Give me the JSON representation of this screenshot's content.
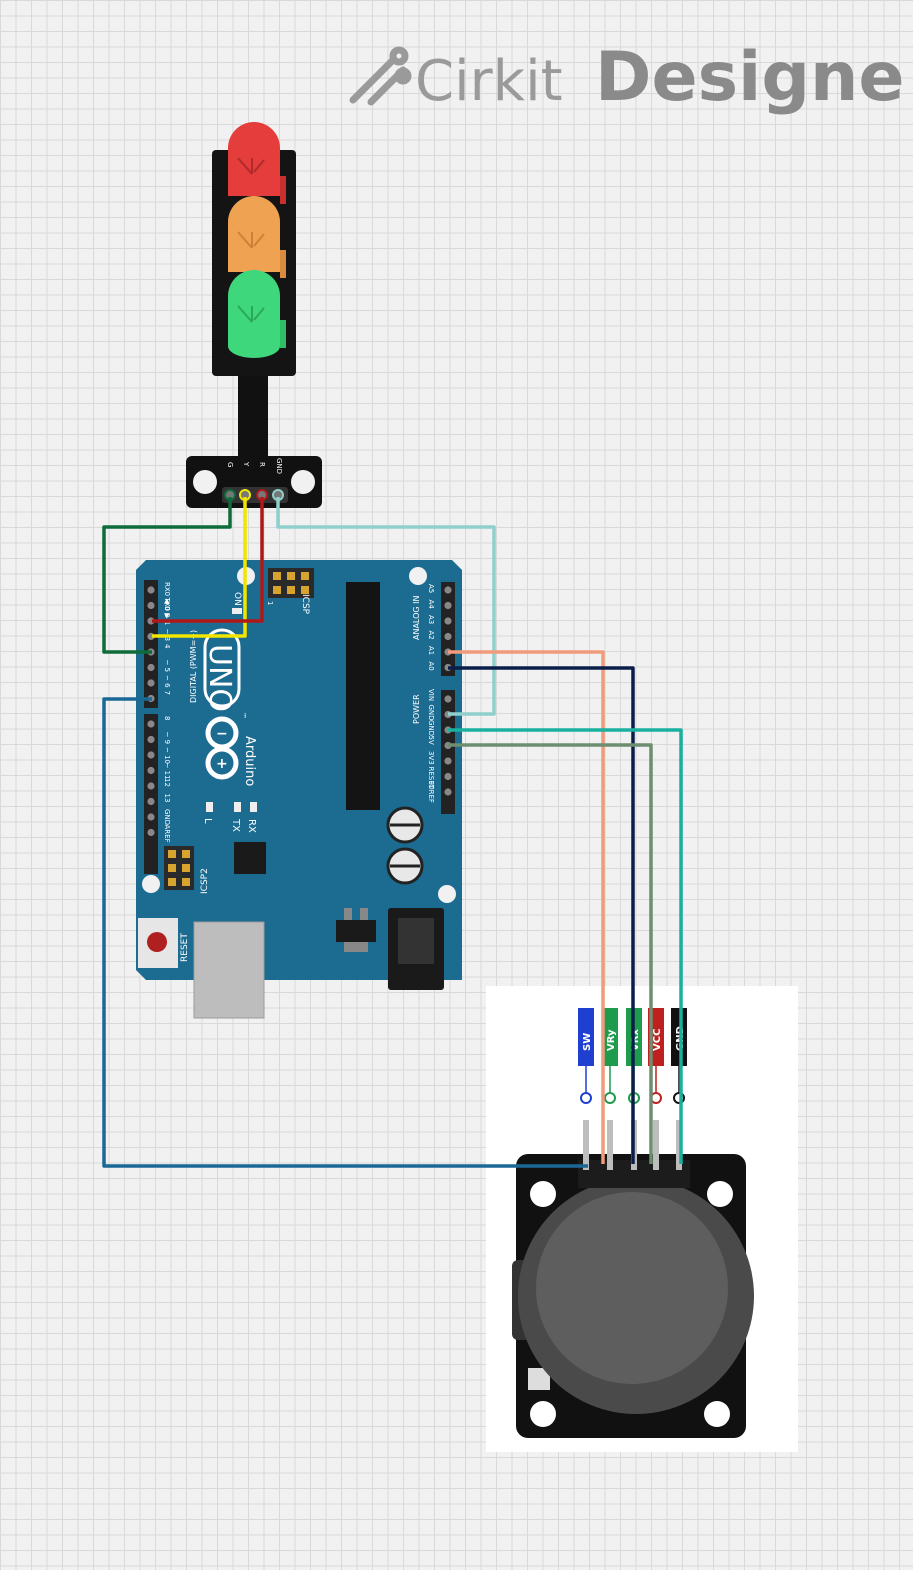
{
  "brand": {
    "prefix": "Cirkit",
    "name": "Designer",
    "logo_icon": "wire-pencil-icon"
  },
  "traffic_light": {
    "pins": [
      "G",
      "Y",
      "R",
      "GND"
    ],
    "colors": {
      "red": "#e53c3c",
      "yellow": "#f0a253",
      "green": "#3fd77c"
    }
  },
  "arduino": {
    "model": "UNO",
    "brand": "Arduino",
    "trademark": "™",
    "labels": {
      "digital": "DIGITAL (PWM=",
      "digital_tilde": "~",
      "digital_close": ")",
      "analog": "ANALOG IN",
      "power": "POWER",
      "icsp": "ICSP",
      "icsp2": "ICSP2",
      "on": "ON",
      "reset": "RESET",
      "l": "L",
      "tx": "TX",
      "rx": "RX",
      "one": "1",
      "minus": "−",
      "plus": "+"
    },
    "digital_pins": [
      "RX0 ◀ 0",
      "TX0 ▶ 1",
      "2",
      "~ 3",
      "4",
      "~ 5",
      "~ 6",
      "7",
      "8",
      "~ 9",
      "~ 10",
      "~ 11",
      "12",
      "13",
      "GND",
      "AREF"
    ],
    "analog_pins": [
      "A5",
      "A4",
      "A3",
      "A2",
      "A1",
      "A0"
    ],
    "power_pins": [
      "VIN",
      "GND",
      "GND",
      "5V",
      "3V3",
      "RESET",
      "IOREF"
    ],
    "board_color": "#1c6b91"
  },
  "joystick": {
    "pins": [
      "SW",
      "VRy",
      "VRx",
      "VCC",
      "GND"
    ],
    "pin_colors": [
      "#1f3fd0",
      "#1f9b4e",
      "#1f9b4e",
      "#c01f1f",
      "#111111"
    ]
  },
  "wires": [
    {
      "from": "traffic_light.G",
      "to": "arduino.D4",
      "color": "#0e6b3a"
    },
    {
      "from": "traffic_light.Y",
      "to": "arduino.D3",
      "color": "#f2e600"
    },
    {
      "from": "traffic_light.R",
      "to": "arduino.D2",
      "color": "#b01818"
    },
    {
      "from": "traffic_light.GND",
      "to": "arduino.GND",
      "color": "#8fd0cc"
    },
    {
      "from": "arduino.A1",
      "to": "joystick.VRy",
      "color": "#f19a7c"
    },
    {
      "from": "arduino.A0",
      "to": "joystick.VRx",
      "color": "#0b1e4a"
    },
    {
      "from": "arduino.GND",
      "to": "joystick.GND",
      "color": "#19b0a0"
    },
    {
      "from": "arduino.5V",
      "to": "joystick.VCC",
      "color": "#6e8e70"
    },
    {
      "from": "arduino.D7",
      "to": "joystick.SW",
      "color": "#1a6896"
    }
  ]
}
